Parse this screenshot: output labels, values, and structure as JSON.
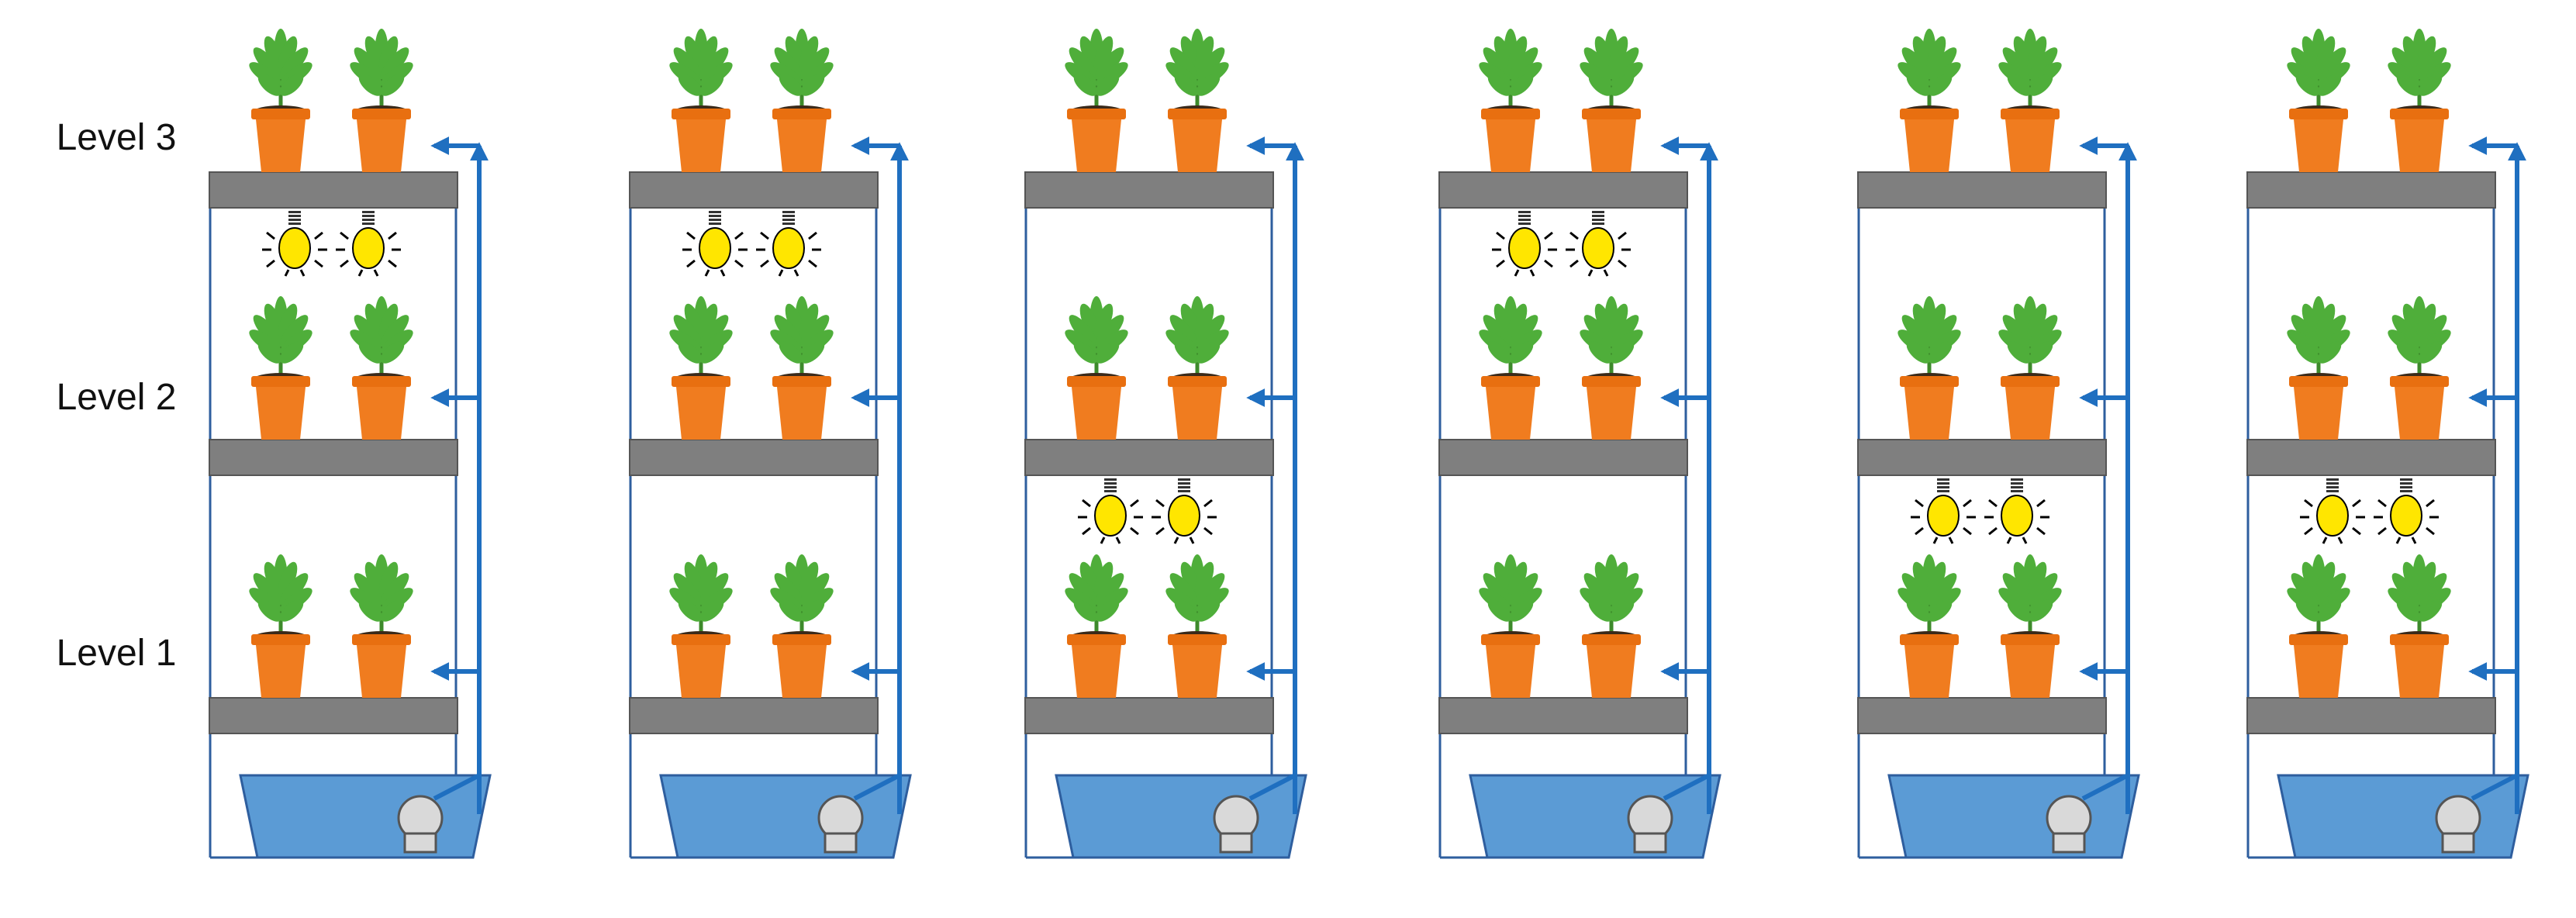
{
  "levels": [
    "Level 1",
    "Level 2",
    "Level 3"
  ],
  "colors": {
    "shelf": "#7f7f7f",
    "frame": "#2e5e9e",
    "water": "#5b9bd5",
    "pipe": "#1f6fc0",
    "pot": "#f07c1f",
    "leaf": "#4fae3a",
    "bulb": "#ffe600",
    "pump": "#d9d9d9"
  },
  "configs": [
    {
      "lights_under": [
        3
      ]
    },
    {
      "lights_under": [
        3
      ]
    },
    {
      "lights_under": [
        2
      ]
    },
    {
      "lights_under": [
        3
      ]
    },
    {
      "lights_under": [
        2
      ]
    },
    {
      "lights_under": [
        2
      ]
    }
  ]
}
